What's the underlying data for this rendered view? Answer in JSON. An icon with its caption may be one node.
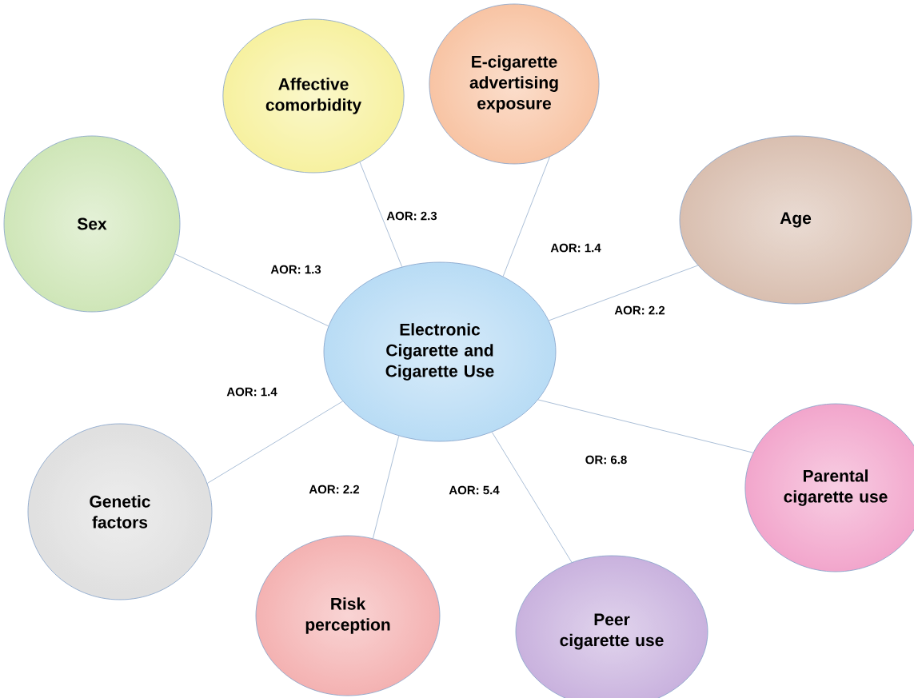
{
  "diagram": {
    "nodes": [
      {
        "text": [
          "Electronic Cigarette and Cigarette Use"
        ]
      },
      {
        "text": [
          "Affective comorbidity"
        ]
      },
      {
        "text": [
          "E-cigarette advertising exposure"
        ]
      },
      {
        "text": [
          "Sex"
        ]
      },
      {
        "text": [
          "Age"
        ]
      },
      {
        "text": [
          "Genetic factors"
        ]
      },
      {
        "text": [
          "Parental cigarette use"
        ]
      },
      {
        "text": [
          "Risk perception"
        ]
      },
      {
        "text": [
          "Peer cigarette use"
        ]
      }
    ],
    "edges": [
      {
        "from": 1,
        "to": 0,
        "arrow": "none",
        "label": "AOR: 2.3"
      },
      {
        "from": 2,
        "to": 0,
        "arrow": "none",
        "label": "AOR: 1.4"
      },
      {
        "from": 3,
        "to": 0,
        "arrow": "none",
        "label": "AOR: 1.3"
      },
      {
        "from": 4,
        "to": 0,
        "arrow": "none",
        "label": "AOR: 2.2"
      },
      {
        "from": 5,
        "to": 0,
        "arrow": "none",
        "label": "AOR: 1.4"
      },
      {
        "from": 6,
        "to": 0,
        "arrow": "none",
        "label": "OR: 6.8"
      },
      {
        "from": 7,
        "to": 0,
        "arrow": "none",
        "label": "AOR: 2.2"
      },
      {
        "from": 8,
        "to": 0,
        "arrow": "none",
        "label": "AOR: 5.4"
      }
    ]
  }
}
